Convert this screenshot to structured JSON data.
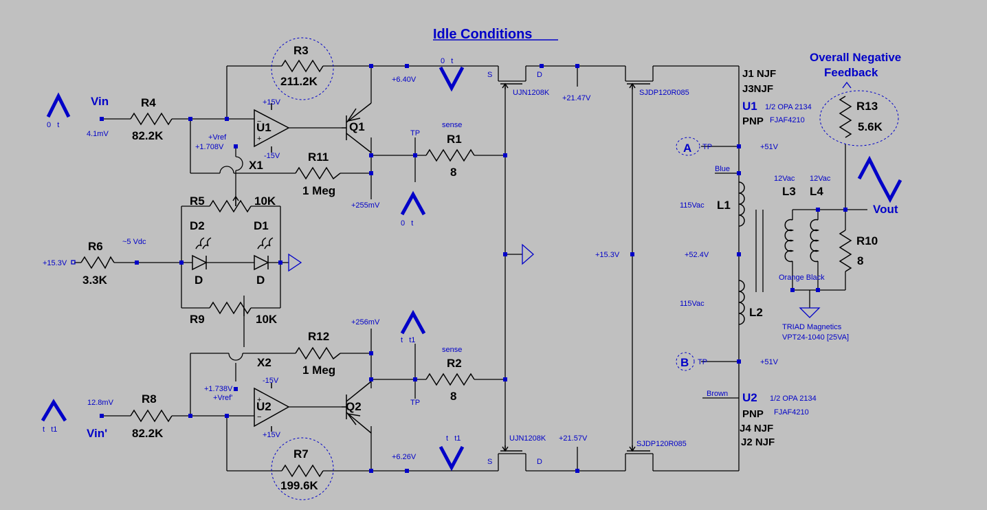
{
  "title": "Idle Conditions",
  "inputs": {
    "vin": {
      "label": "Vin",
      "voltage": "4.1mV",
      "trace": "0   t"
    },
    "vin_prime": {
      "label": "Vin'",
      "voltage": "12.8mV",
      "trace": "t   t1"
    }
  },
  "resistors": {
    "r3": {
      "name": "R3",
      "value": "211.2K"
    },
    "r4": {
      "name": "R4",
      "value": "82.2K"
    },
    "r11": {
      "name": "R11",
      "value": "1 Meg"
    },
    "r1": {
      "name": "R1",
      "value": "8",
      "note": "sense"
    },
    "r5": {
      "name": "R5",
      "value": "10K"
    },
    "r6": {
      "name": "R6",
      "value": "3.3K"
    },
    "r9": {
      "name": "R9",
      "value": "10K"
    },
    "r12": {
      "name": "R12",
      "value": "1 Meg"
    },
    "r2": {
      "name": "R2",
      "value": "8",
      "note": "sense"
    },
    "r8": {
      "name": "R8",
      "value": "82.2K"
    },
    "r7": {
      "name": "R7",
      "value": "199.6K"
    },
    "r13": {
      "name": "R13",
      "value": "5.6K"
    },
    "r10": {
      "name": "R10",
      "value": "8"
    }
  },
  "opamps": {
    "u1": {
      "name": "U1",
      "vplus": "+15V",
      "vminus": "-15V",
      "vref": "+Vref",
      "vref_val": "+1.708V",
      "x": "X1"
    },
    "u2": {
      "name": "U2",
      "vplus": "+15V",
      "vminus": "-15V",
      "vref": "+Vref'",
      "vref_val": "+1.738V",
      "x": "X2"
    }
  },
  "transistors": {
    "q1": "Q1",
    "q2": "Q2"
  },
  "diodes": {
    "d2": "D2",
    "d1": "D1",
    "d2_type": "D",
    "d1_type": "D"
  },
  "nodes": {
    "n_640": "+6.40V",
    "n_2147": "+21.47V",
    "n_255": "+255mV",
    "n_256": "+256mV",
    "n_626": "+6.26V",
    "n_2157": "+21.57V",
    "n_153a": "+15.3V",
    "n_5vdc": "~5 Vdc",
    "n_153b": "+15.3V",
    "n_524": "+52.4V",
    "n_51a": "+51V",
    "n_51b": "+51V",
    "tp": "TP"
  },
  "traces": {
    "top_v": "0   t",
    "q1_trace": "0   t",
    "q2_trace": "t   t1",
    "bottom_v": "t   t1"
  },
  "fets": {
    "ujn_top": "UJN1208K",
    "ujn_bot": "UJN1208K",
    "sjdp_top": "SJDP120R085",
    "sjdp_bot": "SJDP120R085",
    "s": "S",
    "d": "D"
  },
  "right_labels": {
    "top_block": [
      "J1 NJF",
      "J3NJF"
    ],
    "u1": "U1",
    "u1_note": "1/2 OPA 2134",
    "pnp1": "PNP",
    "pnp1_note": "FJAF4210",
    "a": "A",
    "b": "B",
    "blue": "Blue",
    "brown": "Brown",
    "u2": "U2",
    "u2_note": "1/2 OPA 2134",
    "pnp2": "PNP",
    "pnp2_note": "FJAF4210",
    "bottom_block": [
      "J4 NJF",
      "J2 NJF"
    ]
  },
  "transformer": {
    "l1": "L1",
    "l2": "L2",
    "l3": "L3",
    "l4": "L4",
    "pri1": "115Vac",
    "pri2": "115Vac",
    "sec3": "12Vac",
    "sec4": "12Vac",
    "wires": "Orange Black",
    "maker": "TRIAD Magnetics",
    "part": "VPT24-1040 [25VA]"
  },
  "feedback": {
    "line1": "Overall Negative",
    "line2": "Feedback"
  },
  "output": {
    "label": "Vout"
  },
  "colors": {
    "background": "#c0c0c0",
    "wire": "#000000",
    "annotation": "#0000c8"
  }
}
